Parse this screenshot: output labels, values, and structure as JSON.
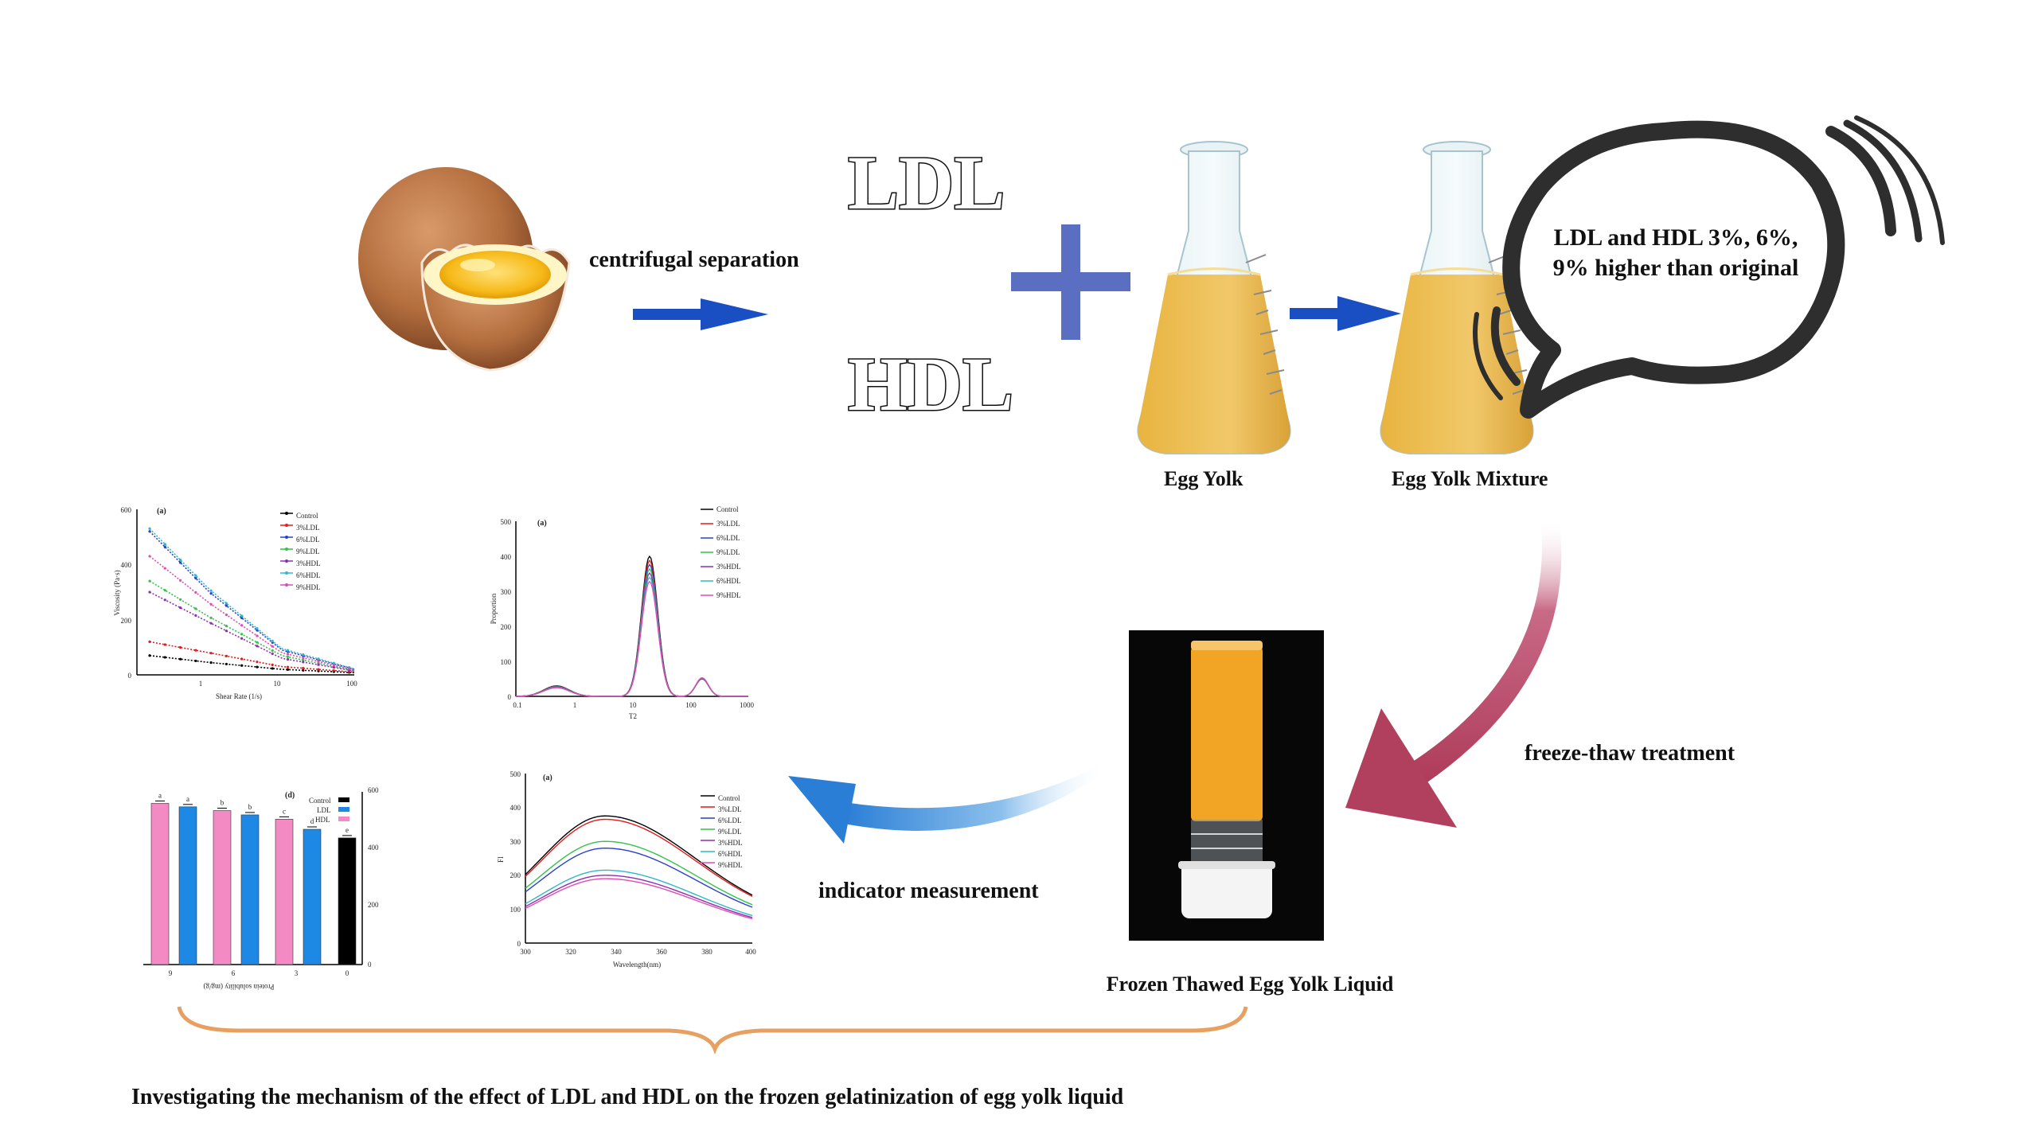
{
  "labels": {
    "centrifugal": "centrifugal separation",
    "ldl": "LDL",
    "hdl": "HDL",
    "egg_yolk": "Egg Yolk",
    "egg_yolk_mixture": "Egg Yolk Mixture",
    "speech_line1": "LDL and HDL 3%, 6%,",
    "speech_line2": "9% higher than original",
    "freeze_thaw": "freeze-thaw treatment",
    "frozen_liquid": "Frozen Thawed Egg Yolk Liquid",
    "indicator": "indicator measurement",
    "conclusion": "Investigating the mechanism of the effect of LDL and HDL on the frozen gelatinization of egg yolk liquid"
  },
  "colors": {
    "blue_arrow": "#1a4fc4",
    "plus": "#5b6fc2",
    "crimson_arrow": "#b0405e",
    "brace": "#e8a060",
    "yolk": "#e8b94a",
    "tube_yolk": "#f2a424"
  },
  "icons": [
    "egg-icon",
    "flask-icon",
    "speech-bubble-icon",
    "tube-photo-icon"
  ],
  "chart_data": [
    {
      "type": "line",
      "panel": "(a)",
      "xlabel": "Shear Rate (1/s)",
      "ylabel": "Viscosity (Pa·s)",
      "xscale": "log",
      "x_ticks": [
        "1",
        "10",
        "100"
      ],
      "y_ticks": [
        "0",
        "200",
        "400",
        "600"
      ],
      "ylim": [
        0,
        600
      ],
      "legend": [
        "Control",
        "3%LDL",
        "6%LDL",
        "9%LDL",
        "3%HDL",
        "6%HDL",
        "9%HDL"
      ],
      "series": [
        {
          "name": "Control",
          "color": "#000000",
          "values": [
            70,
            45,
            20,
            8
          ]
        },
        {
          "name": "3%LDL",
          "color": "#e41a1c",
          "values": [
            120,
            80,
            30,
            10
          ]
        },
        {
          "name": "6%LDL",
          "color": "#2b3fd0",
          "values": [
            520,
            300,
            90,
            20
          ]
        },
        {
          "name": "9%LDL",
          "color": "#33c24a",
          "values": [
            340,
            210,
            70,
            15
          ]
        },
        {
          "name": "3%HDL",
          "color": "#8e2fb0",
          "values": [
            300,
            190,
            60,
            14
          ]
        },
        {
          "name": "6%HDL",
          "color": "#2fb8c9",
          "values": [
            530,
            310,
            95,
            22
          ]
        },
        {
          "name": "9%HDL",
          "color": "#e04bb5",
          "values": [
            430,
            260,
            80,
            18
          ]
        }
      ]
    },
    {
      "type": "line",
      "panel": "(a)",
      "xlabel": "T2",
      "ylabel": "Proportion",
      "xscale": "log",
      "x_ticks": [
        "0.1",
        "1",
        "10",
        "100",
        "1000"
      ],
      "y_ticks": [
        "0",
        "100",
        "200",
        "300",
        "400",
        "500"
      ],
      "ylim": [
        0,
        500
      ],
      "legend": [
        "Control",
        "3%LDL",
        "6%LDL",
        "9%LDL",
        "3%HDL",
        "6%HDL",
        "9%HDL"
      ],
      "peaks": [
        {
          "center_t2": 0.5,
          "height": 30
        },
        {
          "center_t2": 20,
          "height": 400
        },
        {
          "center_t2": 160,
          "height": 50
        }
      ]
    },
    {
      "type": "bar",
      "panel": "(d)",
      "ylabel": "Protein solubility (mg/g)",
      "y_ticks": [
        "0",
        "200",
        "400",
        "600"
      ],
      "x_ticks": [
        "9",
        "6",
        "3",
        "0"
      ],
      "legend": [
        "Control",
        "LDL",
        "HDL"
      ],
      "letters": [
        "a",
        "a",
        "b",
        "b",
        "c",
        "d",
        "e"
      ],
      "values": [
        560,
        548,
        535,
        520,
        505,
        470,
        440
      ],
      "colors": [
        "#f48ac4",
        "#1e88e5",
        "#f48ac4",
        "#1e88e5",
        "#f48ac4",
        "#1e88e5",
        "#000000"
      ]
    },
    {
      "type": "line",
      "panel": "(a)",
      "xlabel": "Wavelength(nm)",
      "ylabel": "FI",
      "x_ticks": [
        "300",
        "320",
        "340",
        "360",
        "380",
        "400"
      ],
      "y_ticks": [
        "0",
        "100",
        "200",
        "300",
        "400",
        "500"
      ],
      "ylim": [
        0,
        500
      ],
      "legend": [
        "Control",
        "3%LDL",
        "6%LDL",
        "9%LDL",
        "3%HDL",
        "6%HDL",
        "9%HDL"
      ],
      "series": [
        {
          "name": "Control",
          "color": "#000000",
          "peak": 375
        },
        {
          "name": "3%LDL",
          "color": "#e41a1c",
          "peak": 365
        },
        {
          "name": "6%LDL",
          "color": "#2b3fd0",
          "peak": 280
        },
        {
          "name": "9%LDL",
          "color": "#33c24a",
          "peak": 300
        },
        {
          "name": "3%HDL",
          "color": "#8e2fb0",
          "peak": 200
        },
        {
          "name": "6%HDL",
          "color": "#2fb8c9",
          "peak": 215
        },
        {
          "name": "9%HDL",
          "color": "#e04bb5",
          "peak": 190
        }
      ]
    }
  ]
}
